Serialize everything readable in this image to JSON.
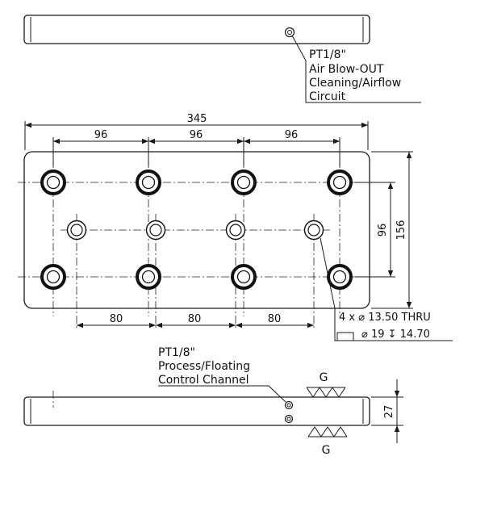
{
  "callouts": {
    "top_port": [
      "PT1/8\"",
      "Air Blow-OUT",
      "Cleaning/Airflow",
      "Circuit"
    ],
    "side_port": [
      "PT1/8\"",
      "Process/Floating",
      "Control Channel"
    ]
  },
  "dimensions": {
    "overall_width": "345",
    "hole_pitch": [
      "96",
      "96",
      "96"
    ],
    "counterbore_pitch": [
      "80",
      "80",
      "80"
    ],
    "hole_row_spacing": "96",
    "overall_height": "156",
    "thickness": "27",
    "hole_note_line1": "4 x ⌀ 13.50 THRU",
    "hole_note_line2": "⌀ 19 ↧ 14.70"
  },
  "labels": {
    "g_top": "G",
    "g_bottom": "G"
  }
}
